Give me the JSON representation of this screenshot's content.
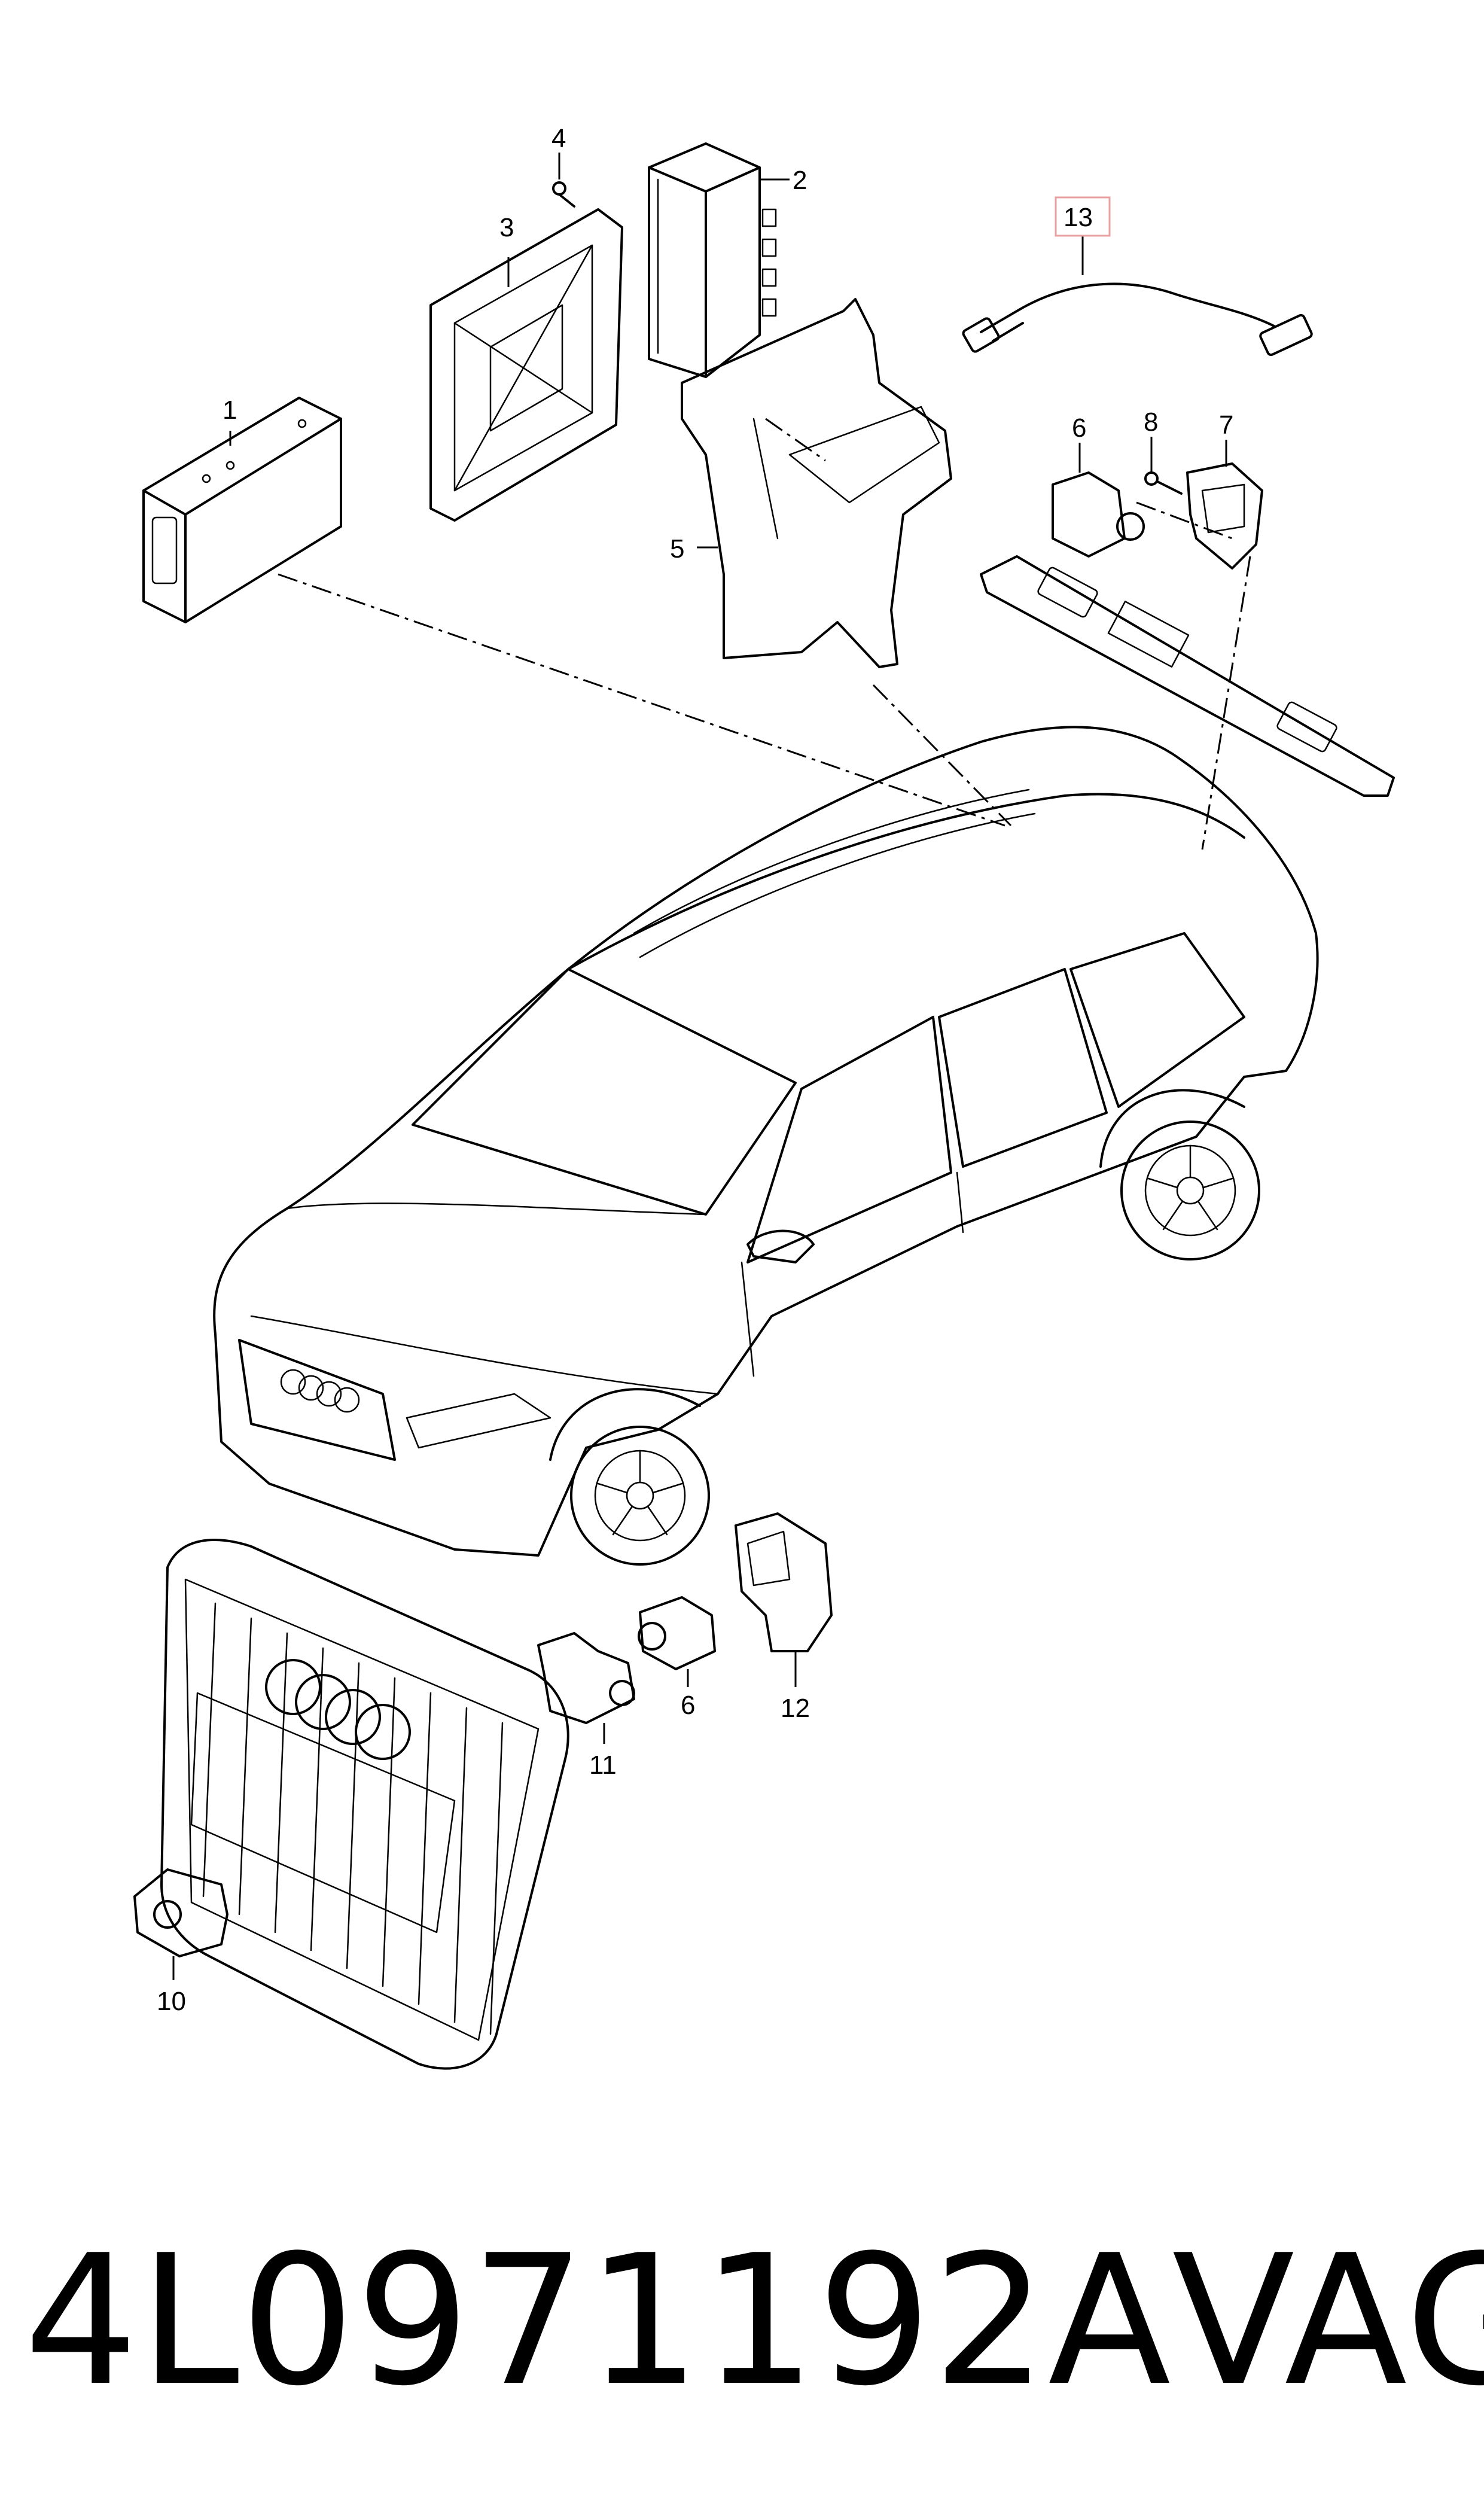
{
  "callouts": {
    "c1": "1",
    "c2": "2",
    "c3": "3",
    "c4": "4",
    "c5": "5",
    "c6_top": "6",
    "c6_bottom": "6",
    "c7": "7",
    "c8": "8",
    "c10": "10",
    "c11": "11",
    "c12": "12",
    "c13": "13"
  },
  "highlight_color": "#e8a0a0",
  "footer": {
    "part_number": "4L0971192A",
    "brand": "VAG"
  }
}
